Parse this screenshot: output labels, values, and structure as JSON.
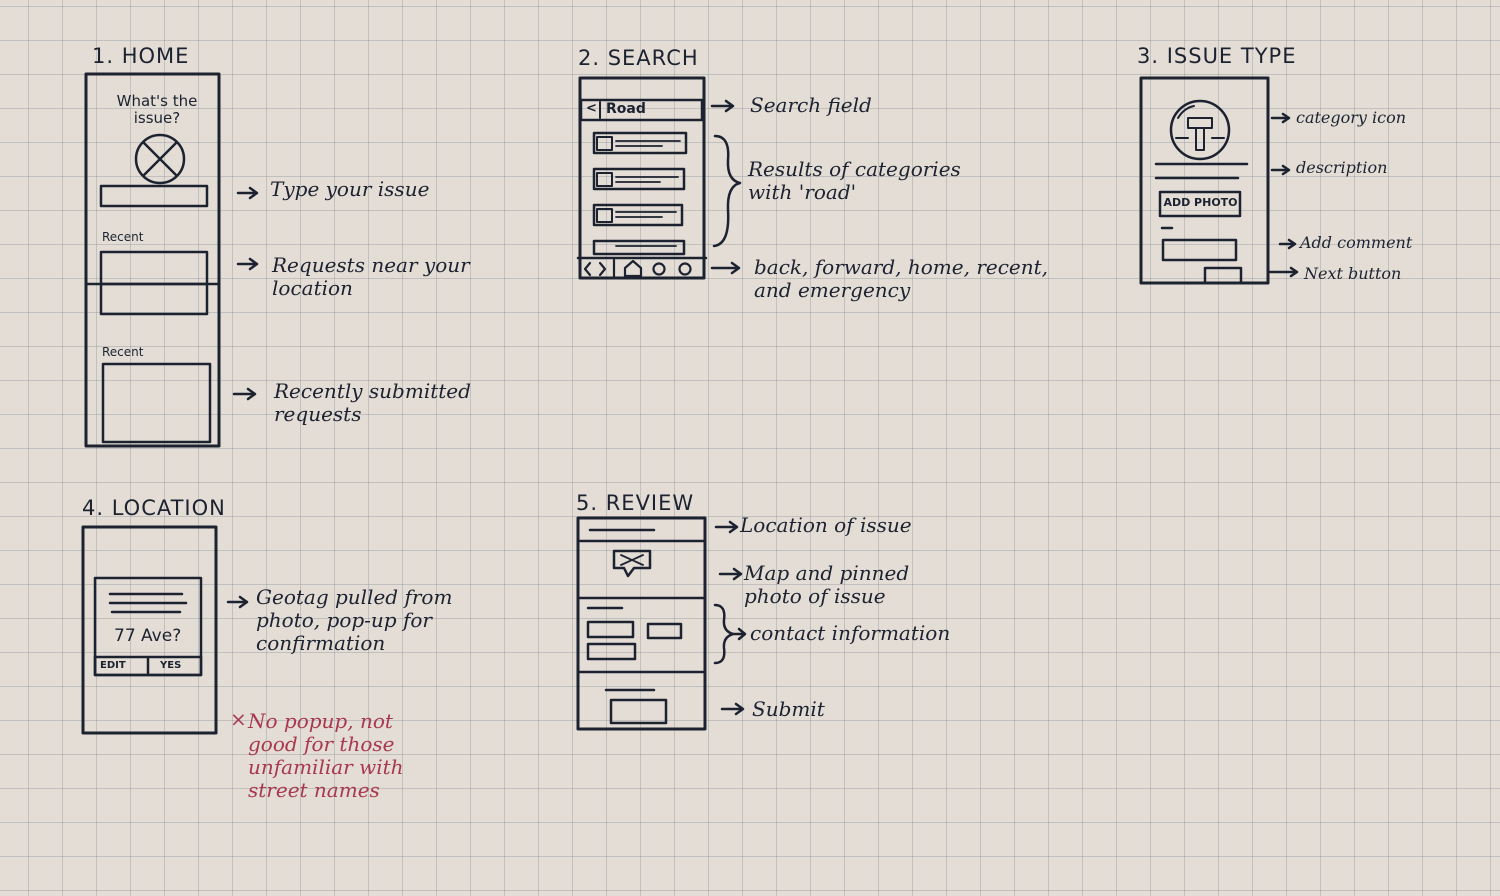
{
  "colors": {
    "ink": "#1d2230",
    "red_ink": "#a8384e",
    "paper": "#e3ddd6",
    "grid": "#8a9099"
  },
  "frames": [
    {
      "title": "1. HOME",
      "screen": {
        "question": "What's the\nissue?",
        "recent_label_1": "Recent",
        "recent_label_2": "Recent"
      },
      "annotations": [
        {
          "text": "Type your issue"
        },
        {
          "text": "Requests near your\nlocation"
        },
        {
          "text": "Recently submitted\nrequests"
        }
      ]
    },
    {
      "title": "2. SEARCH",
      "screen": {
        "search_value": "Road",
        "search_icon": "search-icon",
        "nav_icons": [
          "back-icon",
          "forward-icon",
          "home-icon",
          "recent-icon",
          "emergency-icon"
        ]
      },
      "annotations": [
        {
          "text": "Search field"
        },
        {
          "text": "Results of categories\nwith 'road'"
        },
        {
          "text": "back, forward, home, recent,\nand emergency"
        }
      ]
    },
    {
      "title": "3. ISSUE TYPE",
      "screen": {
        "add_photo": "ADD PHOTO",
        "category_icon": "category-icon"
      },
      "annotations": [
        {
          "text": "category icon"
        },
        {
          "text": "description"
        },
        {
          "text": "Add comment"
        },
        {
          "text": "Next button"
        }
      ]
    },
    {
      "title": "4. LOCATION",
      "screen": {
        "popup_question": "77 Ave?",
        "popup_edit": "EDIT",
        "popup_yes": "YES"
      },
      "annotations": [
        {
          "text": "Geotag pulled from\nphoto, pop-up for\nconfirmation"
        },
        {
          "text": "No popup, not\ngood for those\nunfamiliar with\nstreet names",
          "marker": "×"
        }
      ]
    },
    {
      "title": "5. REVIEW",
      "screen": {
        "pin_icon": "map-pin-icon"
      },
      "annotations": [
        {
          "text": "Location of issue"
        },
        {
          "text": "Map and pinned\nphoto of issue"
        },
        {
          "text": "contact information"
        },
        {
          "text": "Submit"
        }
      ]
    }
  ]
}
